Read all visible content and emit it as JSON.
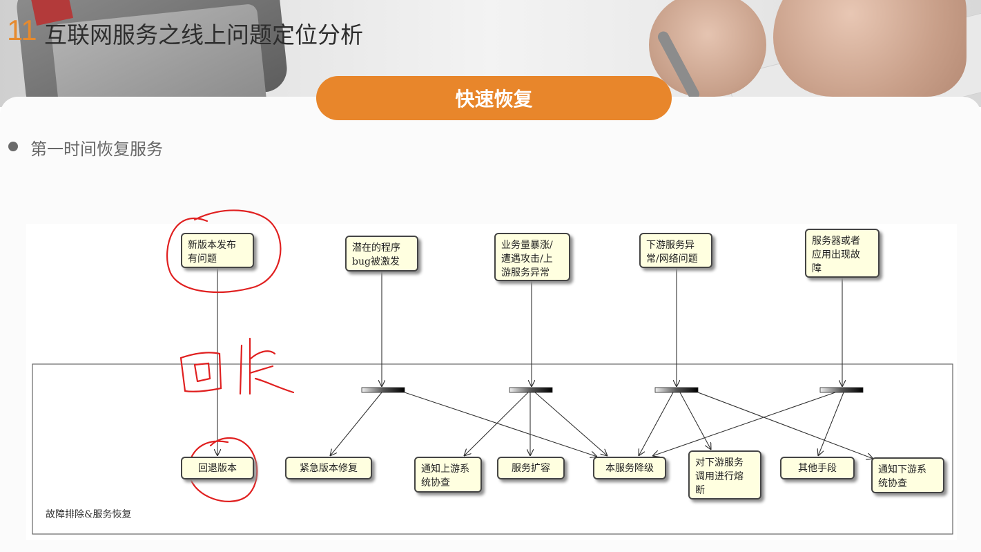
{
  "header": {
    "number": "11",
    "title": "互联网服务之线上问题定位分析"
  },
  "section_pill": "快速恢复",
  "bullet": "第一时间恢复服务",
  "diagram": {
    "frame_label": "故障排除&服务恢复",
    "causes": [
      {
        "id": "c1",
        "text": [
          "新版本发布",
          "有问题"
        ]
      },
      {
        "id": "c2",
        "text": [
          "潜在的程序",
          "bug被激发"
        ]
      },
      {
        "id": "c3",
        "text": [
          "业务量暴涨/",
          "遭遇攻击/上",
          "游服务异常"
        ]
      },
      {
        "id": "c4",
        "text": [
          "下游服务异",
          "常/网络问题"
        ]
      },
      {
        "id": "c5",
        "text": [
          "服务器或者",
          "应用出现故",
          "障"
        ]
      }
    ],
    "actions": [
      {
        "id": "a1",
        "text": [
          "回退版本"
        ]
      },
      {
        "id": "a2",
        "text": [
          "紧急版本修复"
        ]
      },
      {
        "id": "a3",
        "text": [
          "通知上游系",
          "统协查"
        ]
      },
      {
        "id": "a4",
        "text": [
          "服务扩容"
        ]
      },
      {
        "id": "a5",
        "text": [
          "本服务降级"
        ]
      },
      {
        "id": "a6",
        "text": [
          "对下游服务",
          "调用进行熔",
          "断"
        ]
      },
      {
        "id": "a7",
        "text": [
          "其他手段"
        ]
      },
      {
        "id": "a8",
        "text": [
          "通知下游系",
          "统协查"
        ]
      }
    ],
    "annotation": {
      "handwritten": "回版",
      "color": "#e02020"
    }
  },
  "colors": {
    "accent": "#e8862b",
    "number": "#e68a2e",
    "annotation": "#e02020"
  }
}
